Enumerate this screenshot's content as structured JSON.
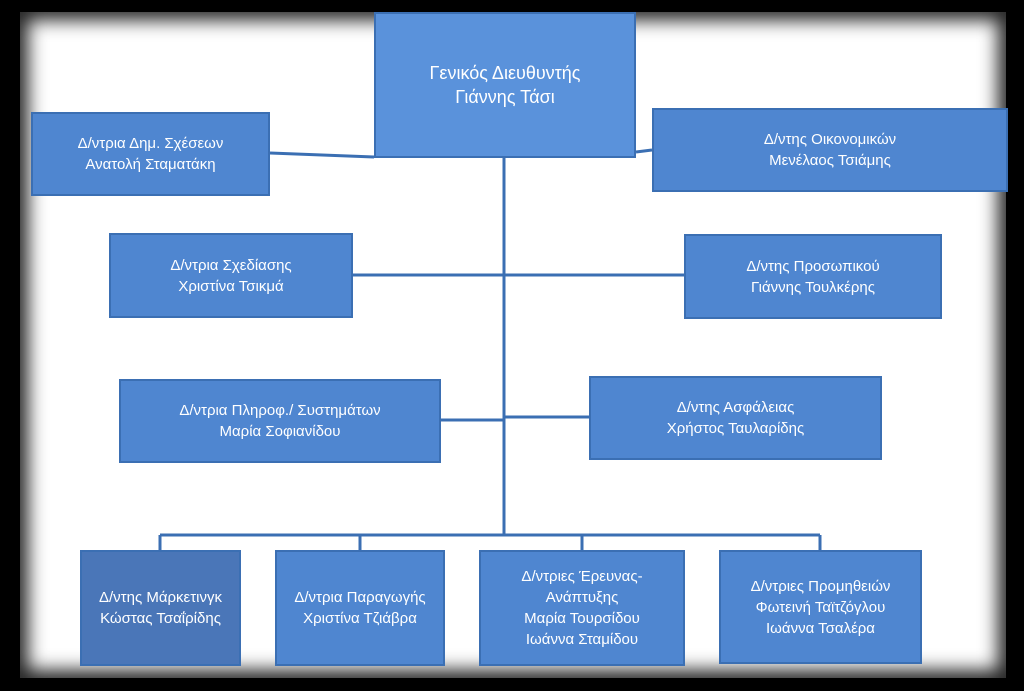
{
  "diagram": {
    "head": {
      "title": "Γενικός Διευθυντής",
      "name": "Γιάννης Τάσι"
    },
    "pr": {
      "title": "Δ/ντρια  Δημ. Σχέσεων",
      "name": "Ανατολή Σταματάκη"
    },
    "finance": {
      "title": "Δ/ντης Οικονομικών",
      "name": "Μενέλαος Τσιάμης"
    },
    "design": {
      "title": "Δ/ντρια Σχεδίασης",
      "name": "Χριστίνα Τσικμά"
    },
    "personnel": {
      "title": "Δ/ντης  Προσωπικού",
      "name": "Γιάννης Τουλκέρης"
    },
    "it": {
      "title": "Δ/ντρια  Πληροφ./ Συστημάτων",
      "name": "Μαρία Σοφιανίδου"
    },
    "security": {
      "title": "Δ/ντης  Ασφάλειας",
      "name": "Χρήστος  Ταυλαρίδης"
    },
    "marketing": {
      "title": "Δ/ντης  Μάρκετινγκ",
      "name": "Κώστας Τσαΐρίδης"
    },
    "production": {
      "title": "Δ/ντρια Παραγωγής",
      "name": "Χριστίνα  Τζιάβρα"
    },
    "research": {
      "line1": "Δ/ντριες  Έρευνας-",
      "line2": "Ανάπτυξης",
      "line3": "Μαρία Τουρσίδου",
      "line4": "Ιωάννα  Σταμίδου"
    },
    "procurement": {
      "line1": "Δ/ντριες Προμηθειών",
      "line2": "Φωτεινή  Ταϊτζόγλου",
      "line3": "Ιωάννα  Τσαλέρα"
    }
  }
}
